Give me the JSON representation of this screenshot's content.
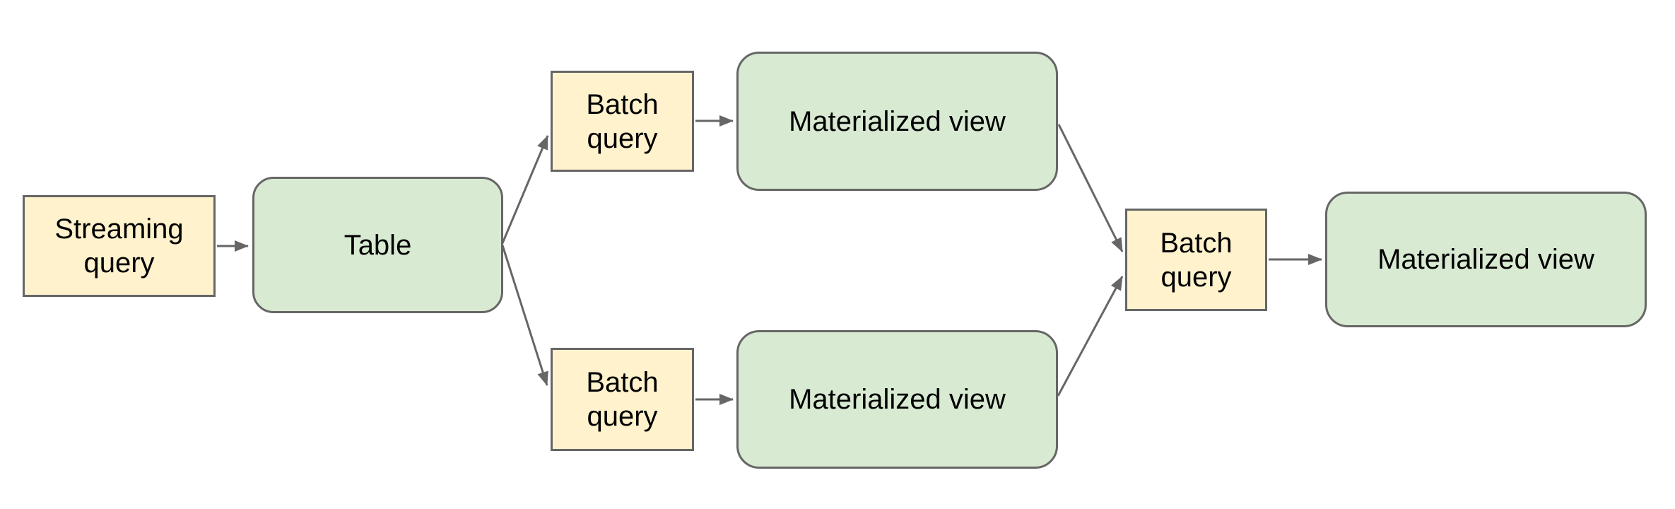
{
  "diagram": {
    "background": "#ffffff",
    "colors": {
      "query_fill": "#fff2cc",
      "entity_fill": "#d9ead3",
      "shape_border": "#666666",
      "arrow": "#666666",
      "text": "#000000"
    },
    "nodes": {
      "streaming_query": {
        "label": "Streaming query",
        "type": "query"
      },
      "table": {
        "label": "Table",
        "type": "entity"
      },
      "batch_query_top": {
        "label": "Batch query",
        "type": "query"
      },
      "materialized_view_top": {
        "label": "Materialized view",
        "type": "entity"
      },
      "batch_query_bottom": {
        "label": "Batch query",
        "type": "query"
      },
      "materialized_view_bottom": {
        "label": "Materialized view",
        "type": "entity"
      },
      "batch_query_right": {
        "label": "Batch query",
        "type": "query"
      },
      "materialized_view_final": {
        "label": "Materialized view",
        "type": "entity"
      }
    },
    "edges": [
      {
        "from": "streaming_query",
        "to": "table"
      },
      {
        "from": "table",
        "to": "batch_query_top"
      },
      {
        "from": "table",
        "to": "batch_query_bottom"
      },
      {
        "from": "batch_query_top",
        "to": "materialized_view_top"
      },
      {
        "from": "batch_query_bottom",
        "to": "materialized_view_bottom"
      },
      {
        "from": "materialized_view_top",
        "to": "batch_query_right"
      },
      {
        "from": "materialized_view_bottom",
        "to": "batch_query_right"
      },
      {
        "from": "batch_query_right",
        "to": "materialized_view_final"
      }
    ]
  }
}
